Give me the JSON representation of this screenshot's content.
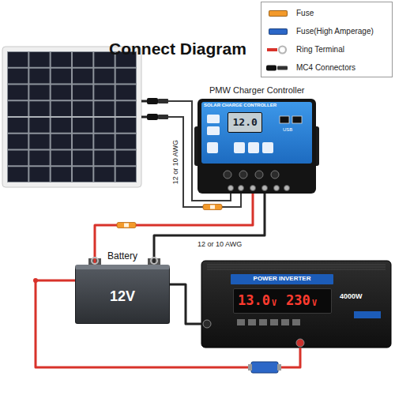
{
  "diagram": {
    "title": "Connect Diagram",
    "nodes": [
      {
        "text": [
          "PMW Charger Controller",
          "SOLAR CHARGE CONTROLLER",
          "USB"
        ]
      },
      {
        "text": [
          "12.0"
        ],
        "in": 0
      },
      {
        "text": [
          "Battery",
          "12V"
        ]
      },
      {
        "text": [
          "POWER INVERTER",
          "4000W"
        ]
      },
      {
        "text": [
          "13.0",
          "V",
          "230",
          "V"
        ],
        "in": 3
      }
    ],
    "edges": [
      {
        "from": 0,
        "to": 2,
        "arrow": "none"
      },
      {
        "from": 0,
        "to": 2,
        "arrow": "none"
      },
      {
        "from": 2,
        "to": 3,
        "arrow": "none"
      },
      {
        "from": 2,
        "to": 3,
        "arrow": "none"
      }
    ],
    "labels": [
      "12 or 10 AWG",
      "12 or 10 AWG"
    ],
    "legend": [
      {
        "text": "Fuse",
        "color": "#f39a2b"
      },
      {
        "text": "Fuse(High Amperage)",
        "color": "#2c67c7"
      },
      {
        "text": "Ring Terminal"
      },
      {
        "text": "MC4 Connectors"
      }
    ]
  }
}
